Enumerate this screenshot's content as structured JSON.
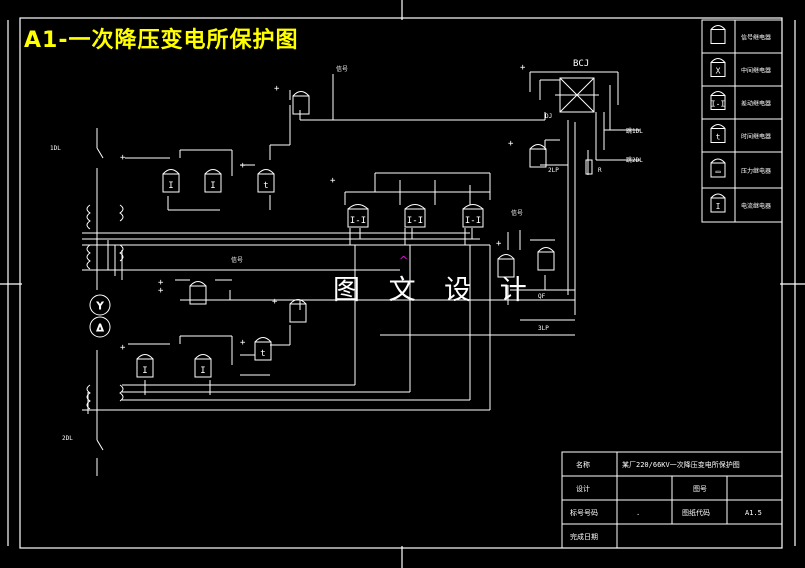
{
  "title": "A1-一次降压变电所保护图",
  "watermark": "图 文 设 计",
  "colors": {
    "background": "#000000",
    "line": "#ffffff",
    "title": "#ffff00",
    "marker": "#ff00ff"
  },
  "legend": [
    {
      "icon": "lock-relay-icon",
      "label": "信号继电器"
    },
    {
      "icon": "intermediate-relay-icon",
      "label": "中间继电器"
    },
    {
      "icon": "differential-relay-icon",
      "label": "差动继电器"
    },
    {
      "icon": "time-relay-icon",
      "label": "时间继电器"
    },
    {
      "icon": "pressure-relay-icon",
      "label": "压力继电器"
    },
    {
      "icon": "current-relay-icon",
      "label": "电流继电器"
    }
  ],
  "labels": {
    "bcj": "BCJ",
    "signal": "信号",
    "breaker_1": "1DL",
    "breaker_2": "2DL",
    "trip_1": "跳1DL",
    "trip_2": "跳2DL",
    "qf": "QF",
    "dj": "DJ",
    "r": "R",
    "lp1": "2LP",
    "lp2": "3LP",
    "plus": "+",
    "minus": "-",
    "relay_i": "I",
    "relay_t": "t",
    "relay_diff": "I-I",
    "relay_y": "Y",
    "relay_delta": "Δ"
  },
  "title_block": {
    "name_label": "名称",
    "name_value": "某厂220/66KV一次降压变电所保护图",
    "design_label": "设计",
    "sheet_label": "图号",
    "drawing_label": "标号号码",
    "drawing_value": ".",
    "code_label": "图纸代码",
    "code_value": "A1.5",
    "date_label": "完成日期"
  }
}
